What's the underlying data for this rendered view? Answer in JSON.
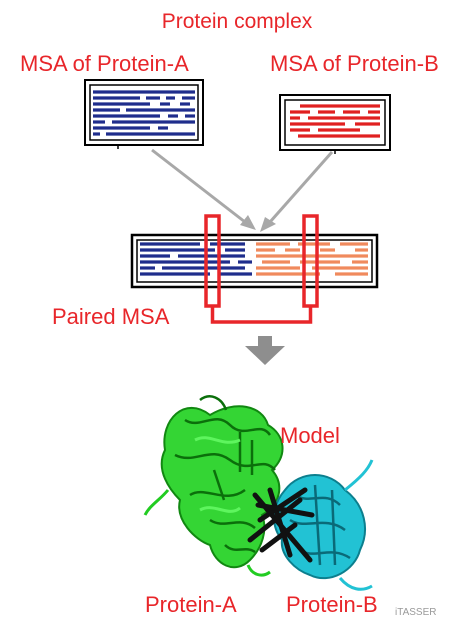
{
  "title": "Protein complex",
  "msa_a_label": "MSA of Protein-A",
  "msa_b_label": "MSA of Protein-B",
  "paired_label": "Paired MSA",
  "model_label": "Model",
  "protein_a_label": "Protein-A",
  "protein_b_label": "Protein-B",
  "watermark": "iTASSER",
  "colors": {
    "label_red": "#e8262a",
    "protein_a_blue": "#1f2d8c",
    "protein_b_red": "#e02020",
    "protein_b_salmon": "#f08a5d",
    "arrow_gray": "#a8a8a8",
    "model_green": "#22dd22",
    "model_cyan": "#22c2d4",
    "contact_black": "#111111"
  }
}
